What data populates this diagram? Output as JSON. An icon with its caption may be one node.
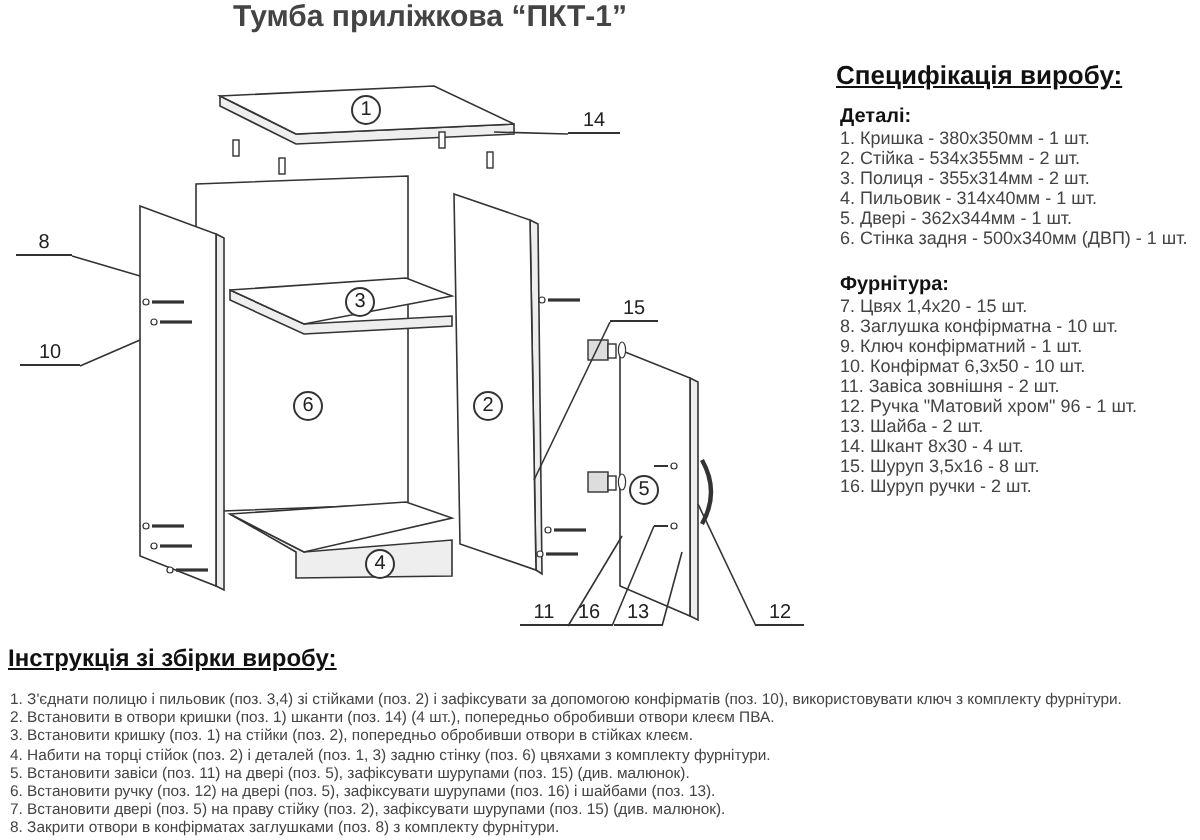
{
  "diagram": {
    "title": "Тумба приліжкова “ПКТ-1”",
    "nodes": [
      {
        "text": [
          "1"
        ]
      },
      {
        "text": [
          "14"
        ]
      },
      {
        "text": [],
        "shape": "box"
      },
      {
        "text": [
          "6"
        ]
      },
      {
        "text": [
          "3"
        ]
      },
      {
        "text": [
          "2"
        ]
      },
      {
        "text": [
          "8"
        ]
      },
      {
        "text": [
          "10"
        ]
      },
      {
        "text": [
          "15"
        ]
      },
      {
        "text": [
          "5"
        ]
      },
      {
        "text": [
          "4"
        ]
      },
      {
        "text": [
          "11"
        ]
      },
      {
        "text": [
          "16"
        ]
      },
      {
        "text": [
          "13"
        ]
      },
      {
        "text": [
          "12"
        ]
      }
    ],
    "edges": [
      {
        "from": 1,
        "to": 0,
        "arrow": "none"
      },
      {
        "from": 6,
        "to": 2,
        "arrow": "none"
      },
      {
        "from": 7,
        "to": 2,
        "arrow": "none"
      },
      {
        "from": 8,
        "to": 5,
        "arrow": "none"
      },
      {
        "from": 11,
        "to": 9,
        "arrow": "none"
      },
      {
        "from": 12,
        "to": 9,
        "arrow": "none"
      },
      {
        "from": 13,
        "to": 9,
        "arrow": "none"
      },
      {
        "from": 14,
        "to": 9,
        "arrow": "none"
      }
    ],
    "labels": [
      "Специфікація виробу:",
      "Деталі:",
      "1. Кришка - 380x350мм - 1 шт.",
      "2. Стійка - 534x355мм - 2 шт.",
      "3. Полиця - 355x314мм - 2 шт.",
      "4. Пильовик - 314x40мм - 1 шт.",
      "5. Двері - 362x344мм - 1 шт.",
      "6. Стінка задня - 500x340мм (ДВП) - 1 шт.",
      "Фурнітура:",
      "7. Цвях 1,4x20 - 15 шт.",
      "8. Заглушка конфірматна - 10 шт.",
      "9. Ключ конфірматний - 1 шт.",
      "10. Конфірмат 6,3x50 - 10 шт.",
      "11. Завіса зовнішня - 2 шт.",
      "12. Ручка \"Матовий хром\" 96 - 1 шт.",
      "13. Шайба - 2 шт.",
      "14. Шкант 8x30 - 4 шт.",
      "15. Шуруп 3,5x16 - 8 шт.",
      "16. Шуруп ручки - 2 шт.",
      "Інструкція зі збірки виробу:",
      "1. З'єднати полицю і пильовик (поз. 3,4) зі стійками (поз. 2) і зафіксувати за допомогою конфірматів (поз. 10), використовувати ключ з комплекту фурнітури.",
      "2. Встановити в отвори кришки (поз. 1) шканти (поз. 14) (4 шт.), попередньо обробивши отвори клеєм ПВА.",
      "3. Встановити кришку (поз. 1) на стійки (поз. 2), попередньо обробивши отвори в стійках клеєм.",
      "4. Набити на торці стійок (поз. 2) і деталей (поз. 1, 3) задню стінку (поз. 6) цвяхами з комплекту фурнітури.",
      "5. Встановити завіси (поз. 11) на двері (поз. 5), зафіксувати шурупами (поз. 15) (див. малюнок).",
      "6. Встановити ручку (поз. 12) на двері (поз. 5), зафіксувати шурупами (поз. 16) і шайбами (поз. 13).",
      "7. Встановити двері (поз. 5) на праву стійку (поз. 2), зафіксувати шурупами (поз. 15) (див. малюнок).",
      "8. Закрити отвори в конфірматах заглушками (поз. 8) з комплекту фурнітури."
    ]
  }
}
